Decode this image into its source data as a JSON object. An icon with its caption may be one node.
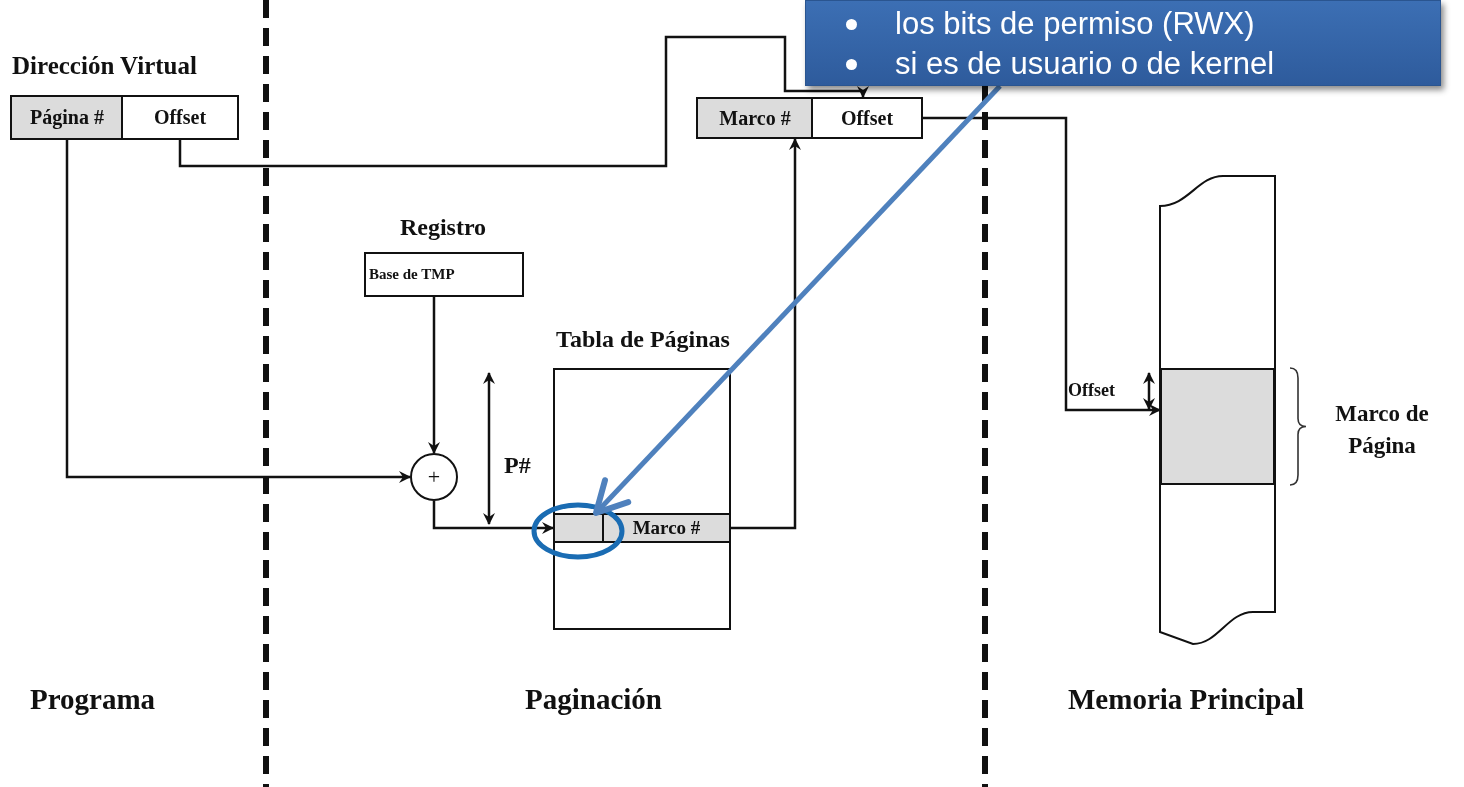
{
  "diagram": {
    "nodes": [
      {
        "text": [
          "Dirección Virtual"
        ]
      },
      {
        "text": [
          "Página #"
        ],
        "in": 0
      },
      {
        "text": [
          "Offset"
        ],
        "in": 0
      },
      {
        "text": [
          "Registro",
          "Base de TMP"
        ]
      },
      {
        "text": [
          "+"
        ]
      },
      {
        "text": [
          "Tabla de Páginas"
        ]
      },
      {
        "text": [],
        "shape": "box",
        "in": 5
      },
      {
        "text": [
          "Marco #"
        ],
        "in": 5
      },
      {
        "text": [
          "Marco #"
        ]
      },
      {
        "text": [
          "Offset"
        ]
      },
      {
        "text": [],
        "shape": "bar"
      },
      {
        "text": [],
        "shape": "box",
        "in": 10,
        "beside": [
          "Marco de Página"
        ]
      },
      {
        "text": [
          "los bits de permiso (RWX)",
          "si es de usuario o de kernel"
        ]
      }
    ],
    "edges": [
      {
        "from": 1,
        "to": 4,
        "arrow": "to"
      },
      {
        "from": 2,
        "to": 9,
        "arrow": "to"
      },
      {
        "from": 3,
        "to": 4,
        "arrow": "to"
      },
      {
        "from": 4,
        "to": 6,
        "arrow": "to"
      },
      {
        "from": 7,
        "to": 8,
        "arrow": "to"
      },
      {
        "from": 9,
        "to": 11,
        "arrow": "to"
      },
      {
        "from": 12,
        "to": 6,
        "arrow": "to",
        "style": "thick",
        "color": "#4f81bd"
      }
    ],
    "labels": [
      "P#",
      "Offset",
      "Programa",
      "Paginación",
      "Memoria Principal"
    ]
  }
}
